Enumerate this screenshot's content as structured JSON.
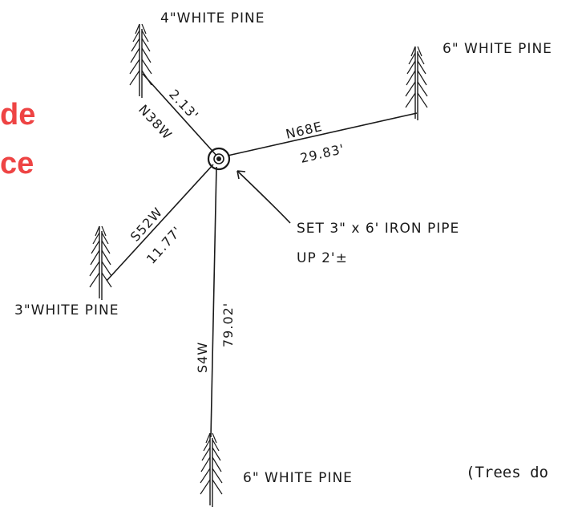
{
  "sidebar_fragment": {
    "line1": "de",
    "line2": "ce"
  },
  "trees": {
    "north": "4\"WHITE PINE",
    "east": "6\" WHITE PINE",
    "west": "3\"WHITE PINE",
    "south": "6\" WHITE PINE"
  },
  "bearings": {
    "north": {
      "bearing": "N38W",
      "distance": "2.13'"
    },
    "east": {
      "bearing": "N68E",
      "distance": "29.83'"
    },
    "west": {
      "bearing": "S52W",
      "distance": "11.77'"
    },
    "south": {
      "bearing": "S4W",
      "distance": "79.02'"
    }
  },
  "pipe_label": {
    "line1": "SET  3\" x 6' IRON PIPE",
    "line2": "UP 2'±"
  },
  "footnote": "(Trees do"
}
